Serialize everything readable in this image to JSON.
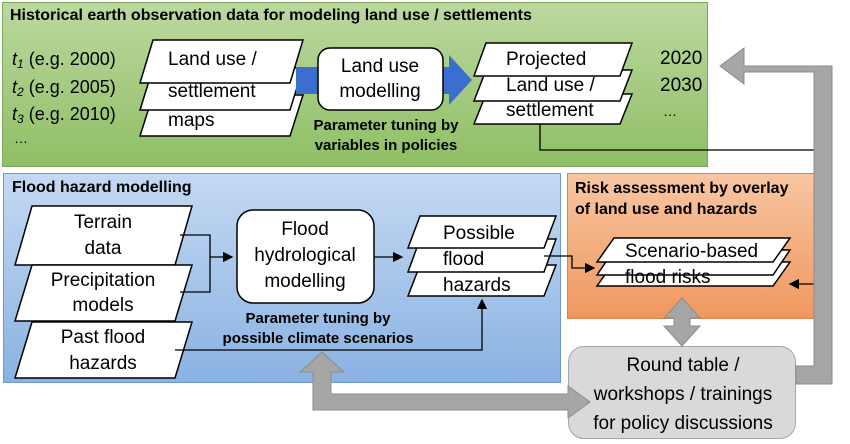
{
  "sections": {
    "historical": {
      "heading": "Historical earth observation data for modeling land use / settlements",
      "time_points": [
        {
          "var": "t",
          "sub": "1",
          "label": "(e.g. 2000)"
        },
        {
          "var": "t",
          "sub": "2",
          "label": "(e.g. 2005)"
        },
        {
          "var": "t",
          "sub": "3",
          "label": "(e.g. 2010)"
        },
        {
          "var": "",
          "sub": "",
          "label": "…"
        }
      ],
      "input_maps": [
        "Land use /",
        "settlement",
        "maps"
      ],
      "process": [
        "Land use",
        "modelling"
      ],
      "tuning": [
        "Parameter tuning by",
        "variables in policies"
      ],
      "projected": [
        "Projected",
        "Land use /",
        "settlement"
      ],
      "years": [
        "2020",
        "2030",
        "…"
      ]
    },
    "flood": {
      "heading": "Flood hazard modelling",
      "terrain": [
        "Terrain",
        "data"
      ],
      "precipitation": [
        "Precipitation",
        "models"
      ],
      "past_flood": [
        "Past flood",
        "hazards"
      ],
      "process": [
        "Flood",
        "hydrological",
        "modelling"
      ],
      "possible": [
        "Possible",
        "flood",
        "hazards"
      ],
      "tuning": [
        "Parameter tuning by",
        "possible climate scenarios"
      ]
    },
    "risk": {
      "heading": [
        "Risk assessment by overlay",
        "of land use and hazards"
      ],
      "scenario": [
        "Scenario-based",
        "flood risks"
      ]
    },
    "roundtable": [
      "Round table /",
      "workshops / trainings",
      "for policy discussions"
    ]
  },
  "colors": {
    "green_band": "#9ccb74",
    "blue_band": "#a4c3ea",
    "orange_band": "#f4a878",
    "grey_box": "#d9d9d9",
    "blue_arrow": "#3a6fcf",
    "grey_arrow": "#a6a6a6"
  }
}
